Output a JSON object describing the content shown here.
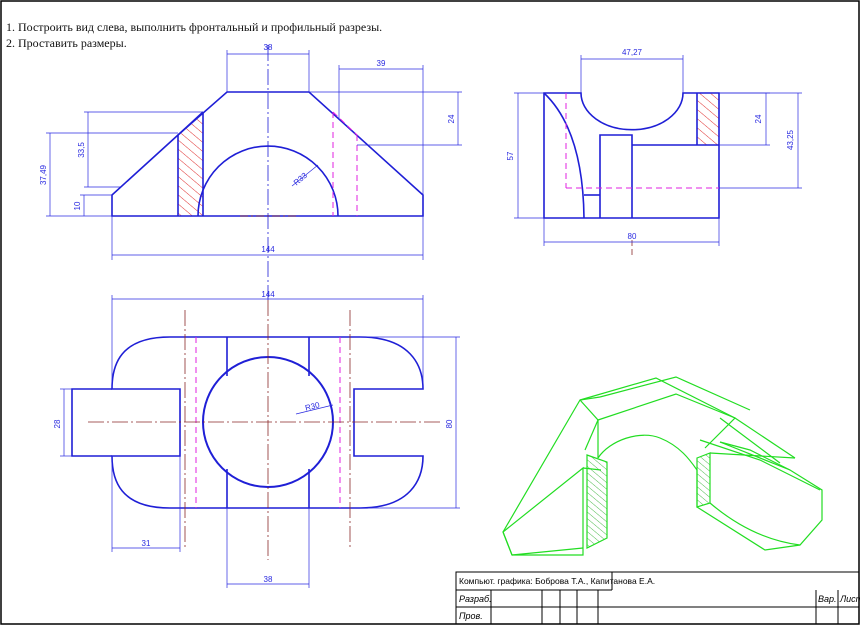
{
  "tasks": [
    "1. Построить вид слева, выполнить фронтальный и профильный разрезы.",
    "2. Проставить размеры."
  ],
  "dims": {
    "front_top": "38",
    "front_right": "39",
    "front_h24": "24",
    "front_h335": "33,5",
    "front_h3749": "37,49",
    "front_h10": "10",
    "front_r33": "R33",
    "front_w144": "144",
    "side_top": "47,27",
    "side_h24": "24",
    "side_h4325": "43,25",
    "side_h57": "57",
    "side_w80": "80",
    "plan_w144": "144",
    "plan_r30": "R30",
    "plan_h28": "28",
    "plan_h80": "80",
    "plan_w31": "31",
    "plan_w38": "38"
  },
  "title_block": {
    "caption": "Компьют. графика: Боброва Т.А., Капитанова Е.А.",
    "row1": "Разраб.",
    "row2": "Пров.",
    "var": "Вар.",
    "sheet": "Лист"
  },
  "colors": {
    "outline": "#1f1fd6",
    "dimension": "#2a2ae0",
    "hidden": "#e020e0",
    "axis": "#8a2a2a",
    "hatch": "#e03030",
    "iso": "#22dd22"
  }
}
